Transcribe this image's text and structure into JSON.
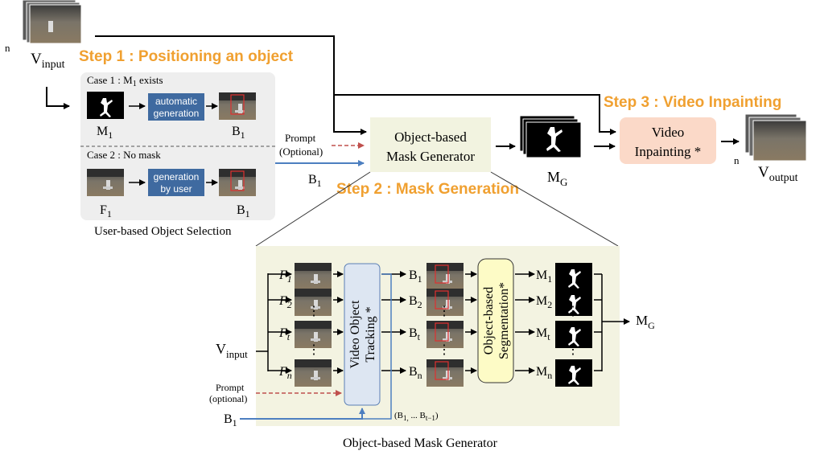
{
  "steps": {
    "step1": "Step 1 : Positioning an object",
    "step2": "Step 2 : Mask Generation",
    "step3": "Step 3 : Video Inpainting"
  },
  "top": {
    "v_input": "V",
    "v_input_sub": "input",
    "n": "n",
    "prompt": "Prompt",
    "optional": "(Optional)",
    "b1": "B",
    "b1_sub": "1",
    "mask_gen_line1": "Object-based",
    "mask_gen_line2": "Mask Generator",
    "mg": "M",
    "mg_sub": "G",
    "inpaint_line1": "Video",
    "inpaint_line2": "Inpainting *",
    "v_output": "V",
    "v_output_sub": "output",
    "n_out": "n"
  },
  "selection": {
    "case1": "Case 1 : M",
    "case1_sub": "1",
    "case1_tail": " exists",
    "automatic_line1": "automatic",
    "automatic_line2": "generation",
    "m1": "M",
    "m1_sub": "1",
    "b1": "B",
    "b1_sub": "1",
    "case2": "Case 2 : No mask",
    "user_line1": "generation",
    "user_line2": "by user",
    "f1": "F",
    "f1_sub": "1",
    "b1b": "B",
    "b1b_sub": "1",
    "caption": "User-based Object Selection"
  },
  "detail": {
    "frames": [
      {
        "label": "F",
        "sub": "1"
      },
      {
        "label": "F",
        "sub": "2"
      },
      {
        "label": "F",
        "sub": "t"
      },
      {
        "label": "F",
        "sub": "n"
      }
    ],
    "boxes": [
      {
        "label": "B",
        "sub": "1"
      },
      {
        "label": "B",
        "sub": "2"
      },
      {
        "label": "B",
        "sub": "t"
      },
      {
        "label": "B",
        "sub": "n"
      }
    ],
    "masks": [
      {
        "label": "M",
        "sub": "1"
      },
      {
        "label": "M",
        "sub": "2"
      },
      {
        "label": "M",
        "sub": "t"
      },
      {
        "label": "M",
        "sub": "n"
      }
    ],
    "tracking_line1": "Video Object",
    "tracking_line2": "Tracking *",
    "seg_line1": "Object-based",
    "seg_line2": "Segmentation*",
    "v_input": "V",
    "v_input_sub": "input",
    "prompt": "Prompt",
    "optional": "(optional)",
    "b1": "B",
    "b1_sub": "1",
    "prev_boxes": "(B",
    "prev_boxes_sub1": "1,",
    "prev_boxes_mid": " ... B",
    "prev_boxes_sub2": "t−1",
    "prev_boxes_end": ")",
    "mg": "M",
    "mg_sub": "G",
    "dots": "⋮",
    "caption": "Object-based Mask Generator"
  },
  "colors": {
    "orange": "#f0a030",
    "panel_gray": "#eeeeee",
    "panel_green": "#f3f3e1",
    "mask_gen_fill": "#f2f3e0",
    "inpaint_fill": "#fbd9c8",
    "tracking_fill": "#dde6f2",
    "seg_fill": "#fdfbc6",
    "btn_blue": "#3f6aa0",
    "arrow_blue": "#4d7fc0",
    "arrow_red": "#c0504d"
  }
}
